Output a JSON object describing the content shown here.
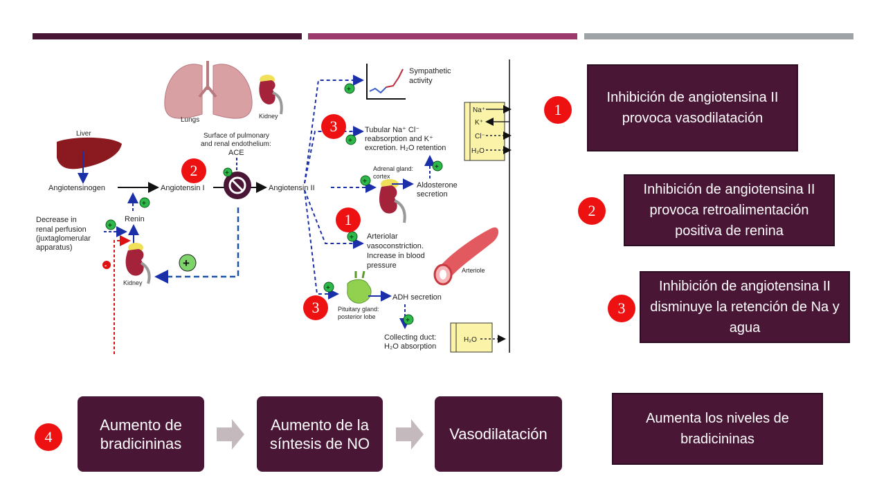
{
  "topbars": {
    "colors": [
      "#4a1636",
      "#9c3a6e",
      "#9ea3a8"
    ]
  },
  "diagram": {
    "lungs": "Lungs",
    "kidney_top": "Kidney",
    "surface": [
      "Surface of pulmonary",
      "and renal endothelium:"
    ],
    "ace": "ACE",
    "liver": "Liver",
    "angiotensinogen": "Angiotensinogen",
    "angiotensin1": "Angiotensin I",
    "angiotensin2": "Angiotensin II",
    "renin": "Renin",
    "decrease": [
      "Decrease in",
      "renal perfusion",
      "(juxtaglomerular",
      "apparatus)"
    ],
    "kidney_bottom": "Kidney",
    "sympathetic": [
      "Sympathetic",
      "activity"
    ],
    "tubular": [
      "Tubular Na⁺ Cl⁻",
      "reabsorption and K⁺",
      "excretion. H₂O retention"
    ],
    "ions": [
      "Na⁺",
      "K⁺",
      "Cl⁻",
      "H₂O"
    ],
    "adrenal": [
      "Adrenal gland:",
      "cortex"
    ],
    "aldosterone": [
      "Aldosterone",
      "secretion"
    ],
    "arteriolar": [
      "Arteriolar",
      "vasoconstriction.",
      "Increase in blood",
      "pressure"
    ],
    "arteriole": "Arteriole",
    "pituitary": [
      "Pituitary gland:",
      "posterior lobe"
    ],
    "adh": "ADH secretion",
    "collecting": [
      "Collecting duct:",
      "H₂O absorption"
    ],
    "h2o_box": "H₂O",
    "badges": {
      "b2": "2",
      "b3a": "3",
      "b1": "1",
      "b3b": "3"
    }
  },
  "right_boxes": [
    {
      "badge": "1",
      "text": "Inhibición de angiotensina II provoca vasodilatación"
    },
    {
      "badge": "2",
      "text": "Inhibición de angiotensina II provoca retroalimentación positiva de renina"
    },
    {
      "badge": "3",
      "text": "Inhibición de angiotensina II disminuye la retención de Na y agua"
    },
    {
      "text": "Aumenta los niveles de bradicininas"
    }
  ],
  "flow": {
    "badge": "4",
    "steps": [
      "Aumento de bradicininas",
      "Aumento de la síntesis de NO",
      "Vasodilatación"
    ]
  }
}
